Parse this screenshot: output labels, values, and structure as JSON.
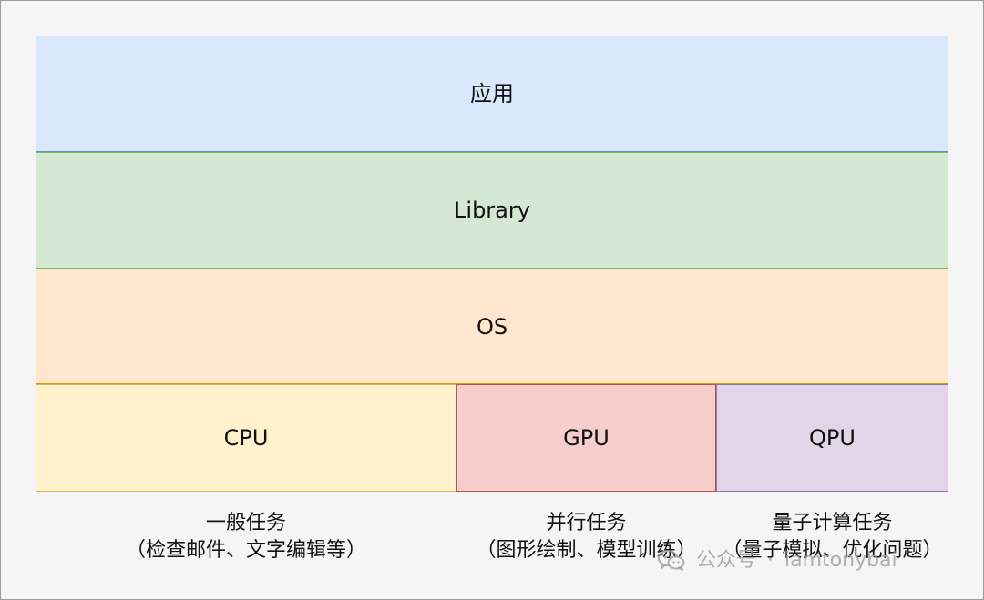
{
  "layers": {
    "app": "应用",
    "library": "Library",
    "os": "OS"
  },
  "processors": {
    "cpu": "CPU",
    "gpu": "GPU",
    "qpu": "QPU"
  },
  "captions": {
    "cpu_title": "一般任务",
    "cpu_detail": "（检查邮件、文字编辑等）",
    "gpu_title": "并行任务",
    "gpu_detail": "（图形绘制、模型训练）",
    "qpu_title": "量子计算任务",
    "qpu_detail": "（量子模拟、优化问题）"
  },
  "watermark": {
    "label": "公众号",
    "separator": "·",
    "account": "iamtonybai"
  },
  "colors": {
    "app_fill": "#dae8fc",
    "app_stroke": "#6c8ebf",
    "library_fill": "#d5e8d4",
    "library_stroke": "#82b366",
    "os_fill": "#ffe6cc",
    "os_stroke": "#d79b00",
    "cpu_fill": "#fff2cc",
    "cpu_stroke": "#d6b656",
    "gpu_fill": "#f8cecc",
    "gpu_stroke": "#b85450",
    "qpu_fill": "#e1d5e7",
    "qpu_stroke": "#9673a6"
  },
  "icons": {
    "watermark_icon": "wechat-icon"
  }
}
